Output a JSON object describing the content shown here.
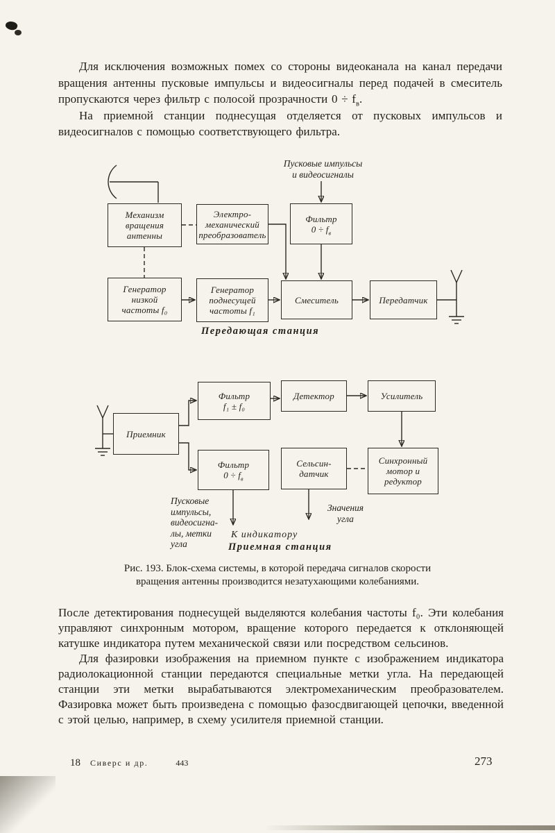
{
  "paragraphs": {
    "p1_pre": "Для исключения возможных помех со стороны видеоканала на канал передачи вращения антенны пусковые импульсы и видеосигналы перед подачей в смеситель пропускаются через фильтр с полосой прозрачности 0 ÷ f",
    "p1_sub": "в",
    "p1_post": ".",
    "p2": "На приемной станции поднесущая отделяется от пусковых импульсов и видеосигналов с помощью соответствующего фильтра.",
    "p3": "После детектирования поднесущей выделяются колебания частоты f₀. Эти колебания управляют синхронным мотором, вращение которого передается к отклоняющей катушке индикатора путем механической связи или посредством сельсинов.",
    "p4": "Для фазировки изображения на приемном пункте с изображением индикатора радиолокационной станции передаются специальные метки угла. На передающей станции эти метки вырабатываются электромеханическим преобразователем. Фазировка может быть произведена с помощью фазосдвигающей цепочки, введенной с этой целью, например, в схему усилителя приемной станции."
  },
  "figure": {
    "top_label": [
      "Пусковые импульсы",
      "и видеосигналы"
    ],
    "boxes": {
      "mechanism": [
        "Механизм",
        "вращения",
        "антенны"
      ],
      "transducer": [
        "Электро-",
        "механический",
        "преобразователь"
      ],
      "filter_tx_line1": "Фильтр",
      "filter_tx_pre": "0 ÷ f",
      "filter_tx_sub": "в",
      "gen_low": [
        "Генератор",
        "низкой",
        "частоты f₀"
      ],
      "gen_sub": [
        "Генератор",
        "поднесущей",
        "частоты f₁"
      ],
      "mixer": "Смеситель",
      "transmitter": "Передатчик",
      "receiver": "Приемник",
      "filter_if_line1": "Фильтр",
      "filter_if_line2": "f₁ ± f₀",
      "detector": "Детектор",
      "amplifier": "Усилитель",
      "filter_rx_line1": "Фильтр",
      "filter_rx_pre": "0 ÷ f",
      "filter_rx_sub": "в",
      "selsyn": [
        "Сельсин-",
        "датчик"
      ],
      "syncmotor": [
        "Синхронный",
        "мотор и",
        "редуктор"
      ]
    },
    "tx_station_label": "Передающая станция",
    "rx_station_label": "Приемная станция",
    "pulses_label": [
      "Пусковые",
      "импульсы,",
      "видеосигна-",
      "лы, метки",
      "угла"
    ],
    "to_indicator_label": "К индикатору",
    "angle_label": [
      "Значения",
      "угла"
    ]
  },
  "caption": {
    "line1": "Рис. 193. Блок-схема системы, в которой передача сигналов скорости",
    "line2": "вращения антенны производится незатухающими колебаниями."
  },
  "footer": {
    "signature": "18",
    "authors": "Сиверс и др.",
    "number": "443",
    "page": "273"
  }
}
